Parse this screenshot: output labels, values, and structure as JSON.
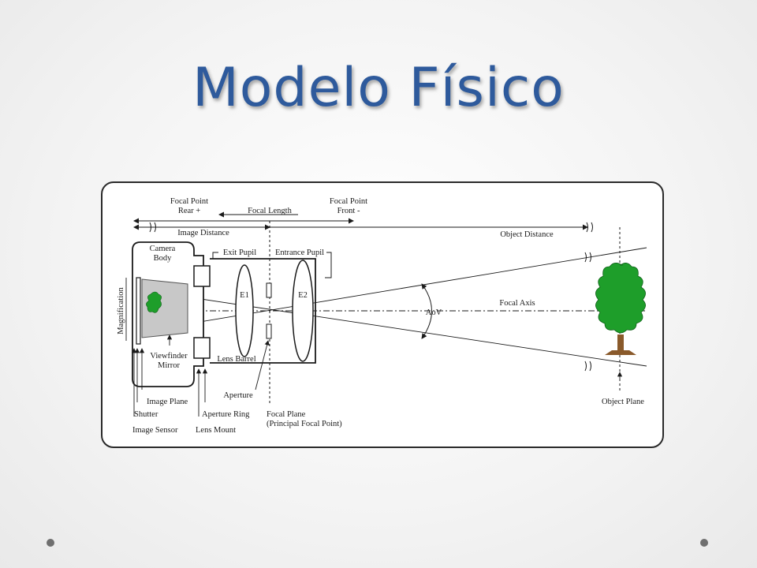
{
  "slide": {
    "title": "Modelo Físico"
  },
  "diagram": {
    "labels": {
      "focal_point_rear": [
        "Focal Point",
        "Rear +"
      ],
      "focal_length": "Focal Length",
      "focal_point_front": [
        "Focal Point",
        "Front -"
      ],
      "image_distance": "Image Distance",
      "object_distance": "Object Distance",
      "camera_body": [
        "Camera",
        "Body"
      ],
      "exit_pupil": "Exit Pupil",
      "entrance_pupil": "Entrance Pupil",
      "magnification": "Magnification",
      "e1": "E1",
      "e2": "E2",
      "aov": "AoV",
      "focal_axis": "Focal Axis",
      "viewfinder_mirror": [
        "Viewfinder",
        "Mirror"
      ],
      "lens_barrel": "Lens Barrel",
      "aperture": "Aperture",
      "image_plane": "Image Plane",
      "shutter": "Shutter",
      "aperture_ring": "Aperture Ring",
      "focal_plane": [
        "Focal Plane",
        "(Principal Focal Point)"
      ],
      "image_sensor": "Image Sensor",
      "lens_mount": "Lens Mount",
      "object_plane": "Object Plane"
    },
    "colors": {
      "tree": "#1e9e2a",
      "trunk": "#8a5a2b",
      "frame": "#2a2a2a"
    }
  }
}
